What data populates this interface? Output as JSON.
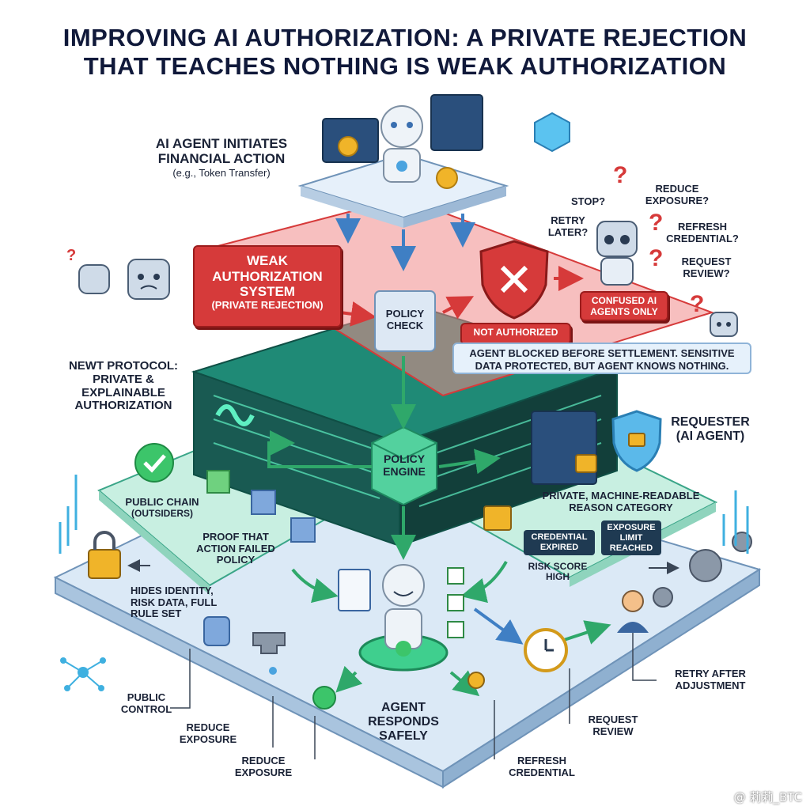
{
  "title": {
    "line1": "IMPROVING AI AUTHORIZATION: A PRIVATE REJECTION",
    "line2": "THAT TEACHES NOTHING IS WEAK AUTHORIZATION"
  },
  "top": {
    "initiates_line1": "AI AGENT INITIATES",
    "initiates_line2": "FINANCIAL ACTION",
    "initiates_example": "(e.g., Token Transfer)"
  },
  "weak": {
    "box_line1": "WEAK",
    "box_line2": "AUTHORIZATION",
    "box_line3": "SYSTEM",
    "box_line4": "(PRIVATE REJECTION)",
    "policy_check_line1": "POLICY",
    "policy_check_line2": "CHECK",
    "not_authorized": "NOT AUTHORIZED",
    "confused_line1": "CONFUSED AI",
    "confused_line2": "AGENTS ONLY",
    "blocked_line1": "AGENT BLOCKED BEFORE SETTLEMENT. SENSITIVE",
    "blocked_line2": "DATA PROTECTED, BUT AGENT KNOWS NOTHING.",
    "questions": {
      "stop": "STOP?",
      "reduce_exposure_1": "REDUCE",
      "reduce_exposure_2": "EXPOSURE?",
      "retry_1": "RETRY",
      "retry_2": "LATER?",
      "refresh_1": "REFRESH",
      "refresh_2": "CREDENTIAL?",
      "review_1": "REQUEST",
      "review_2": "REVIEW?"
    }
  },
  "newt": {
    "label_line1": "NEWT PROTOCOL:",
    "label_line2": "PRIVATE &",
    "label_line3": "EXPLAINABLE",
    "label_line4": "AUTHORIZATION",
    "engine_line1": "POLICY",
    "engine_line2": "ENGINE",
    "requester_line1": "REQUESTER",
    "requester_line2": "(AI AGENT)",
    "public_chain_line1": "PUBLIC CHAIN",
    "public_chain_line2": "(OUTSIDERS)",
    "proof_line1": "PROOF THAT",
    "proof_line2": "ACTION FAILED",
    "proof_line3": "POLICY",
    "private_reason_line1": "PRIVATE, MACHINE-READABLE",
    "private_reason_line2": "REASON CATEGORY",
    "credential_expired_line1": "CREDENTIAL",
    "credential_expired_line2": "EXPIRED",
    "exposure_limit_line1": "EXPOSURE",
    "exposure_limit_line2": "LIMIT",
    "exposure_limit_line3": "REACHED",
    "risk_score_line1": "RISK SCORE",
    "risk_score_line2": "HIGH",
    "hides_line1": "HIDES IDENTITY,",
    "hides_line2": "RISK DATA, FULL",
    "hides_line3": "RULE SET"
  },
  "bottom": {
    "public_control_line1": "PUBLIC",
    "public_control_line2": "CONTROL",
    "reduce_exposure_a_line1": "REDUCE",
    "reduce_exposure_a_line2": "EXPOSURE",
    "reduce_exposure_b_line1": "REDUCE",
    "reduce_exposure_b_line2": "EXPOSURE",
    "agent_line1": "AGENT",
    "agent_line2": "RESPONDS",
    "agent_line3": "SAFELY",
    "refresh_line1": "REFRESH",
    "refresh_line2": "CREDENTIAL",
    "request_review_line1": "REQUEST",
    "request_review_line2": "REVIEW",
    "retry_line1": "RETRY AFTER",
    "retry_line2": "ADJUSTMENT"
  },
  "watermark": "@ 莉莉_BTC",
  "colors": {
    "red": "#d63a3a",
    "teal": "#2fb89a",
    "navy": "#1a2236",
    "platform_blue": "#dbe9f6"
  }
}
